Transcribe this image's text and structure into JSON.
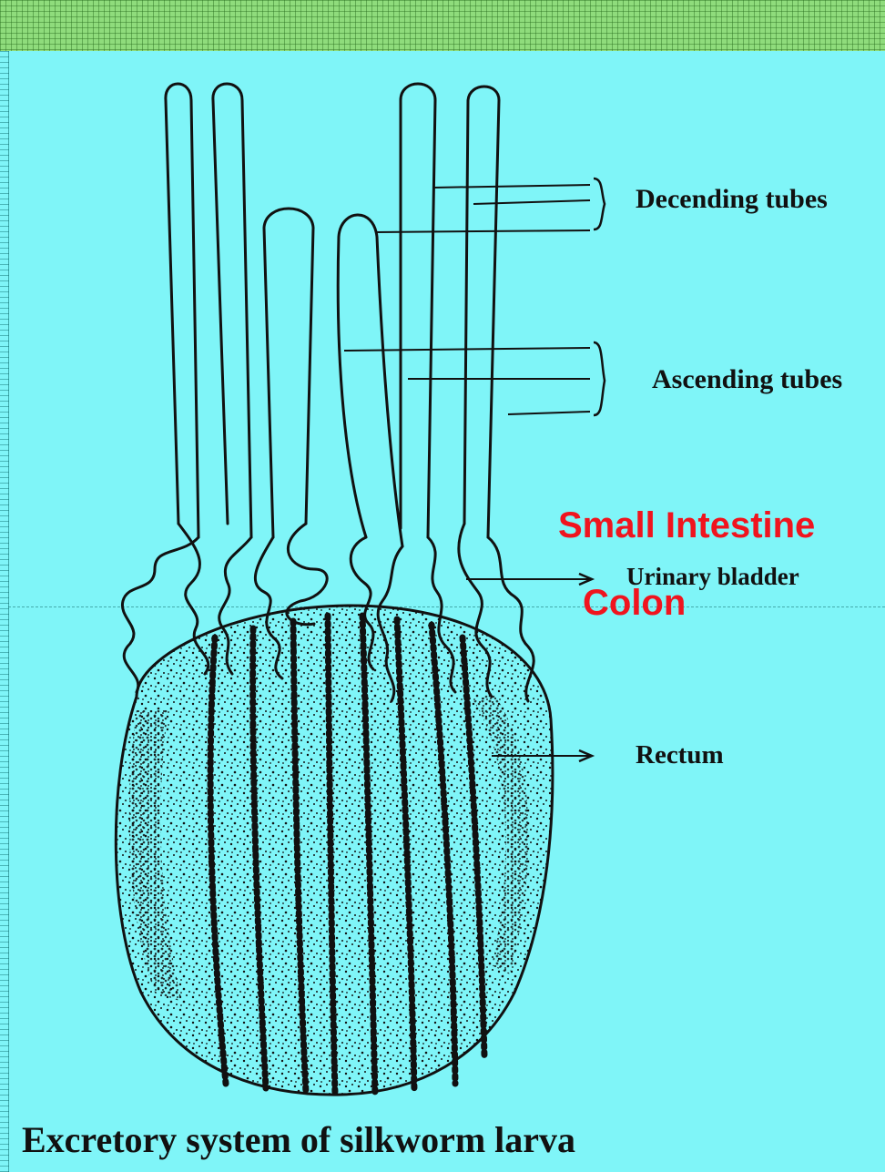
{
  "colors": {
    "background": "#7ff5f8",
    "header_band": "#8fdc7c",
    "ink": "#111111",
    "highlight_text": "#f0141e"
  },
  "labels": {
    "descending_tubes": "Decending tubes",
    "ascending_tubes": "Ascending tubes",
    "urinary_bladder": "Urinary bladder",
    "rectum": "Rectum"
  },
  "overlay_labels": {
    "small_intestine": "Small Intestine",
    "colon": "Colon"
  },
  "caption": "Excretory system of silkworm larva"
}
